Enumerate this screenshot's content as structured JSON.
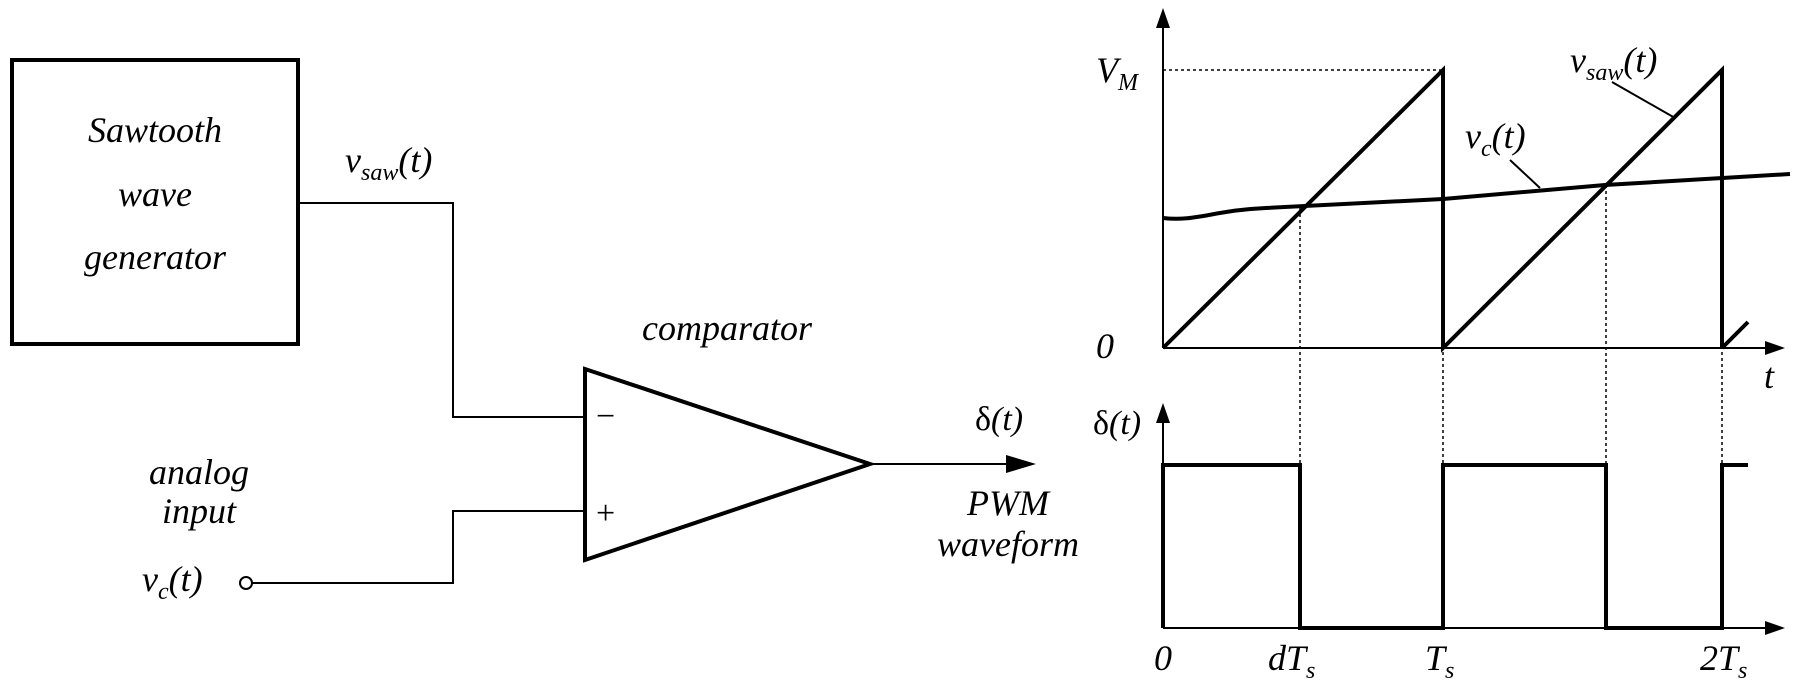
{
  "block_diagram": {
    "generator": {
      "line1": "Sawtooth",
      "line2": "wave",
      "line3": "generator"
    },
    "vsaw_label": {
      "base": "v",
      "sub": "saw",
      "arg": "(t)"
    },
    "comparator_label": "comparator",
    "minus_sign": "−",
    "plus_sign": "+",
    "analog_input": {
      "line1": "analog",
      "line2": "input"
    },
    "vc_label": {
      "base": "v",
      "sub": "c",
      "arg": "(t)"
    },
    "delta_label": {
      "symbol": "δ",
      "arg": "(t)"
    },
    "pwm_label": {
      "line1": "PWM",
      "line2": "waveform"
    }
  },
  "plots": {
    "top": {
      "y_max_label": {
        "base": "V",
        "sub": "M"
      },
      "origin_label": "0",
      "x_axis_label": "t",
      "vsaw_label": {
        "base": "v",
        "sub": "saw",
        "arg": "(t)"
      },
      "vc_label": {
        "base": "v",
        "sub": "c",
        "arg": "(t)"
      }
    },
    "bottom": {
      "y_label": {
        "symbol": "δ",
        "arg": "(t)"
      },
      "ticks": {
        "zero": "0",
        "dTs": {
          "base": "dT",
          "sub": "s"
        },
        "Ts": {
          "base": "T",
          "sub": "s"
        },
        "twoTs": {
          "base": "2T",
          "sub": "s"
        }
      }
    }
  }
}
